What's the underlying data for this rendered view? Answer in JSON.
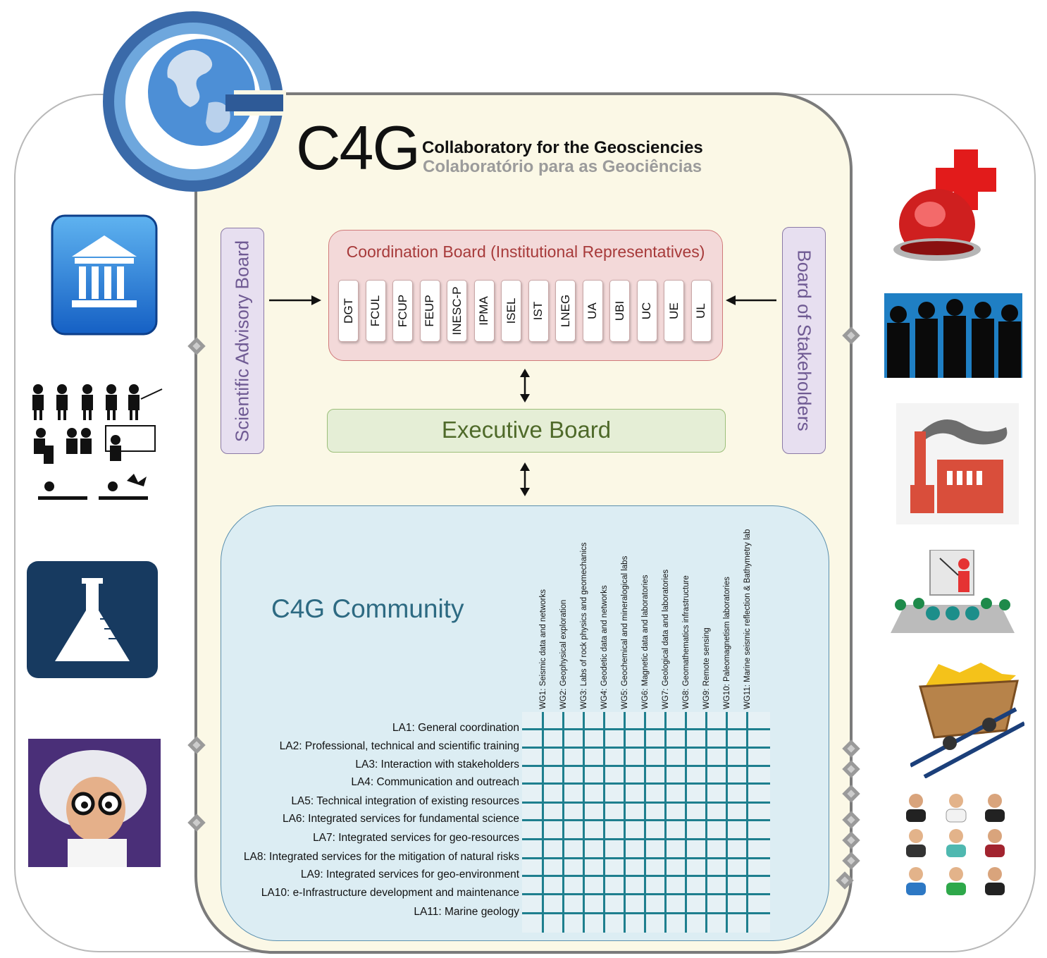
{
  "header": {
    "acronym": "C4G",
    "title_en": "Collaboratory for the Geosciencies",
    "title_pt": "Colaboratório para as Geociências"
  },
  "boards": {
    "scientific_advisory": "Scientific Advisory Board",
    "stakeholders": "Board of Stakeholders",
    "coordination_title": "Coordination Board (Institutional Representatives)",
    "institutions": [
      "DGT",
      "FCUL",
      "FCUP",
      "FEUP",
      "INESC-P",
      "IPMA",
      "ISEL",
      "IST",
      "LNEG",
      "UA",
      "UBI",
      "UC",
      "UE",
      "UL"
    ],
    "executive": "Executive Board"
  },
  "community": {
    "title": "C4G Community",
    "working_groups": [
      "WG1: Seismic data and networks",
      "WG2: Geophysical exploration",
      "WG3: Labs of rock physics and geomechanics",
      "WG4: Geodetic data and networks",
      "WG5: Geochemical and mineralogical labs",
      "WG6: Magnetic data and laboratories",
      "WG7: Geological data and laboratories",
      "WG8: Geomathematics infrastructure",
      "WG9: Remote sensing",
      "WG10: Paleomagnetism laboratories",
      "WG11: Marine seismic reflection & Bathymetry lab"
    ],
    "lines_of_action": [
      "LA1: General coordination",
      "LA2: Professional, technical and scientific training",
      "LA3: Interaction with stakeholders",
      "LA4: Communication and outreach",
      "LA5: Technical integration of existing resources",
      "LA6: Integrated services for fundamental science",
      "LA7: Integrated services for geo-resources",
      "LA8: Integrated services for the mitigation of natural risks",
      "LA9: Integrated services for geo-environment",
      "LA10: e-Infrastructure development and maintenance",
      "LA11: Marine geology"
    ]
  },
  "icons_left": [
    "institution-icon",
    "scientists-pictogram-icon",
    "lab-flask-icon",
    "scientist-cartoon-icon"
  ],
  "icons_right": [
    "emergency-siren-icon",
    "business-people-icon",
    "factory-icon",
    "presentation-icon",
    "mining-cart-icon",
    "people-avatars-icon"
  ],
  "colors": {
    "accent_blue": "#1e7f8e",
    "coordination_red": "#a73a3a",
    "advisory_purple": "#6f5a93",
    "executive_green": "#4f6a2a"
  }
}
